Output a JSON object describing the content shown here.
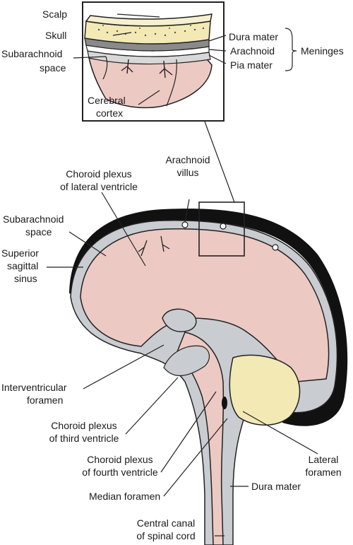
{
  "labels": {
    "scalp": "Scalp",
    "skull": "Skull",
    "subarachnoid_space_inset_1": "Subarachnoid",
    "subarachnoid_space_inset_2": "space",
    "cerebral_cortex_1": "Cerebral",
    "cerebral_cortex_2": "cortex",
    "dura_mater_inset": "Dura mater",
    "arachnoid": "Arachnoid",
    "pia_mater": "Pia mater",
    "meninges": "Meninges",
    "arachnoid_villus_1": "Arachnoid",
    "arachnoid_villus_2": "villus",
    "choroid_lateral_1": "Choroid plexus",
    "choroid_lateral_2": "of lateral ventricle",
    "subarachnoid_space_1": "Subarachnoid",
    "subarachnoid_space_2": "space",
    "superior_sagittal_1": "Superior",
    "superior_sagittal_2": "sagittal",
    "superior_sagittal_3": "sinus",
    "interventricular_1": "Interventricular",
    "interventricular_2": "foramen",
    "choroid_third_1": "Choroid plexus",
    "choroid_third_2": "of third ventricle",
    "choroid_fourth_1": "Choroid plexus",
    "choroid_fourth_2": "of fourth ventricle",
    "median_foramen": "Median foramen",
    "lateral_foramen_1": "Lateral",
    "lateral_foramen_2": "foramen",
    "dura_mater_main": "Dura mater",
    "central_canal_1": "Central canal",
    "central_canal_2": "of spinal cord"
  },
  "colors": {
    "brain_tissue": "#edc9c3",
    "csf_space": "#c9ccd0",
    "cerebellum": "#f2e9b5",
    "dura": "#111111",
    "outline": "#222222"
  }
}
